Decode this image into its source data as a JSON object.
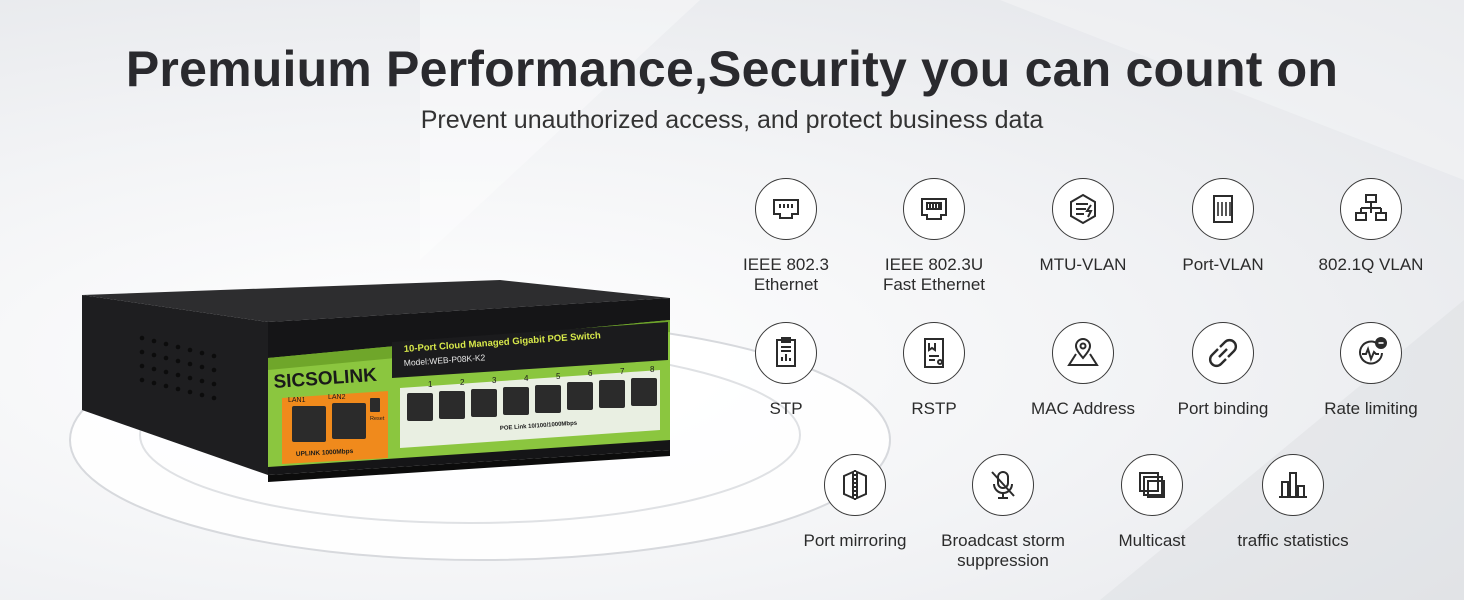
{
  "header": {
    "title": "Premuium Performance,Security you can count on",
    "subtitle": "Prevent unauthorized access, and protect  business data"
  },
  "product": {
    "brand": "SICSOLINK",
    "name": "10-Port Cloud Managed Gigabit POE Switch",
    "model": "Model:WEB-P08K-K2",
    "uplink_label": "UPLINK 1000Mbps",
    "lan1": "LAN1",
    "lan2": "LAN2",
    "reset": "Reset",
    "poe_label": "POE Link 10/100/1000Mbps",
    "port_numbers": [
      "1",
      "2",
      "3",
      "4",
      "5",
      "6",
      "7",
      "8"
    ]
  },
  "features": [
    {
      "icon": "ethernet-port-icon",
      "lines": [
        "IEEE 802.3",
        "Ethernet"
      ]
    },
    {
      "icon": "fast-ethernet-port-icon",
      "lines": [
        "IEEE 802.3U",
        "Fast Ethernet"
      ]
    },
    {
      "icon": "mtu-vlan-icon",
      "lines": [
        "MTU-VLAN"
      ]
    },
    {
      "icon": "port-vlan-icon",
      "lines": [
        "Port-VLAN"
      ]
    },
    {
      "icon": "network-tree-icon",
      "lines": [
        "802.1Q VLAN"
      ]
    },
    {
      "icon": "stp-document-icon",
      "lines": [
        "STP"
      ]
    },
    {
      "icon": "rstp-document-icon",
      "lines": [
        "RSTP"
      ]
    },
    {
      "icon": "map-pin-icon",
      "lines": [
        "MAC Address"
      ]
    },
    {
      "icon": "link-binding-icon",
      "lines": [
        "Port binding"
      ]
    },
    {
      "icon": "speed-gauge-icon",
      "lines": [
        "Rate limiting"
      ]
    },
    {
      "icon": "mirror-icon",
      "lines": [
        "Port mirroring"
      ]
    },
    {
      "icon": "mic-off-icon",
      "lines": [
        "Broadcast storm",
        "suppression"
      ]
    },
    {
      "icon": "layers-icon",
      "lines": [
        "Multicast"
      ]
    },
    {
      "icon": "bar-chart-icon",
      "lines": [
        "traffic statistics"
      ]
    }
  ]
}
